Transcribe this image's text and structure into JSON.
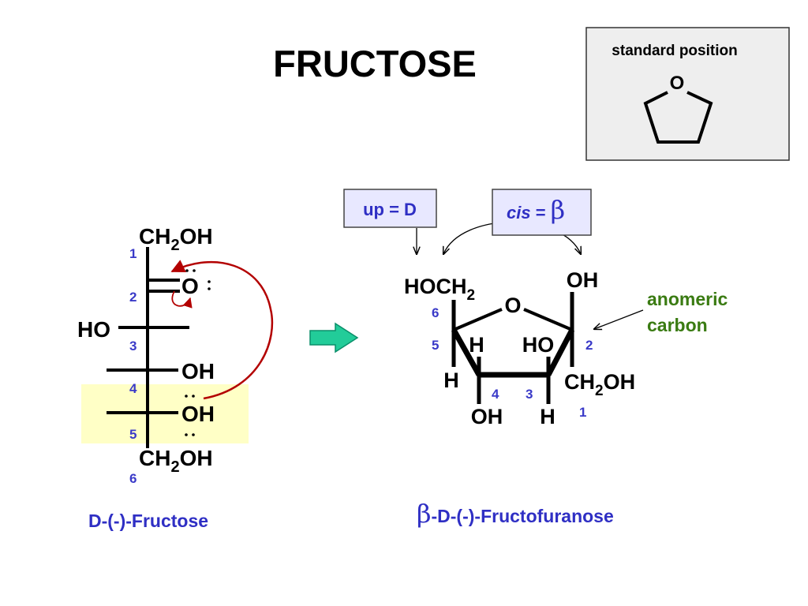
{
  "title": "FRUCTOSE",
  "standard_position": {
    "label": "standard position",
    "ring_oxygen": "O"
  },
  "fischer": {
    "c1_group": {
      "main": "CH",
      "sub": "2",
      "tail": "OH"
    },
    "carbonyl_oxygen": "O",
    "c3_left": "HO",
    "c4_right": "OH",
    "c5_right": "OH",
    "c6_group": {
      "main": "CH",
      "sub": "2",
      "tail": "OH"
    },
    "numbers": {
      "c1": "1",
      "c2": "2",
      "c3": "3",
      "c4": "4",
      "c5": "5",
      "c6": "6"
    },
    "name": "D-(-)-Fructose"
  },
  "haworth": {
    "c6_group": {
      "main": "HOCH",
      "sub": "2"
    },
    "ring_oxygen": "O",
    "c2_up": "OH",
    "c4_up": "H",
    "c3_up": "HO",
    "c5_down": "H",
    "c4_down": "OH",
    "c3_down": "H",
    "c1_group": {
      "main": "CH",
      "sub": "2",
      "tail": "OH"
    },
    "numbers": {
      "c6": "6",
      "c5": "5",
      "c4": "4",
      "c3": "3",
      "c2": "2",
      "c1": "1"
    },
    "name": {
      "prefix": "β",
      "rest": "-D-(-)-Fructofuranose"
    }
  },
  "callouts": {
    "up_box": "up = D",
    "cis_box": {
      "italic": "cis",
      "equals": " = ",
      "symbol": "β"
    },
    "anomeric": {
      "line1": "anomeric",
      "line2": "carbon"
    }
  },
  "colors": {
    "label_blue": "#2f2fc4",
    "number_blue": "#3a3ac8",
    "arrow_red": "#b30000",
    "anomeric_green": "#3a7b12",
    "highlight_yellow": "#ffffc6",
    "reaction_arrow_green": "#22cc99",
    "callout_box_fill": "#e8e8ff",
    "standard_box_fill": "#eeeeee"
  }
}
